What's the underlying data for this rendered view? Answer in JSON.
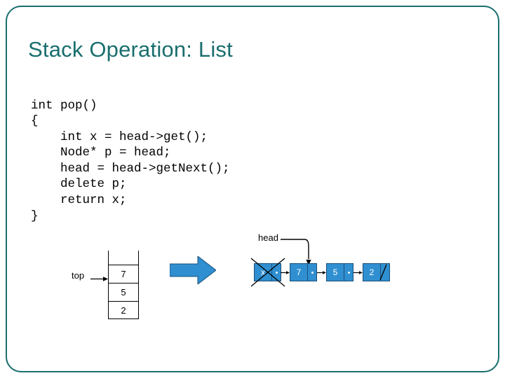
{
  "slide": {
    "title": "Stack Operation: List",
    "accent_color": "#1a6e6e",
    "code": "int pop()\n{\n    int x = head->get();\n    Node* p = head;\n    head = head->getNext();\n    delete p;\n    return x;\n}"
  },
  "diagram": {
    "stack": {
      "label": "top",
      "cells": [
        "7",
        "5",
        "2"
      ]
    },
    "arrow": {
      "name": "block-arrow-right",
      "color": "#2f8fd0"
    },
    "list": {
      "head_label": "head",
      "node_fill": "#2f8fd0",
      "node_border": "#1a4f7a",
      "nodes": [
        {
          "value": "x",
          "deleted": true
        },
        {
          "value": "7",
          "deleted": false
        },
        {
          "value": "5",
          "deleted": false
        },
        {
          "value": "2",
          "deleted": false
        }
      ],
      "terminator": "null-slash"
    }
  }
}
